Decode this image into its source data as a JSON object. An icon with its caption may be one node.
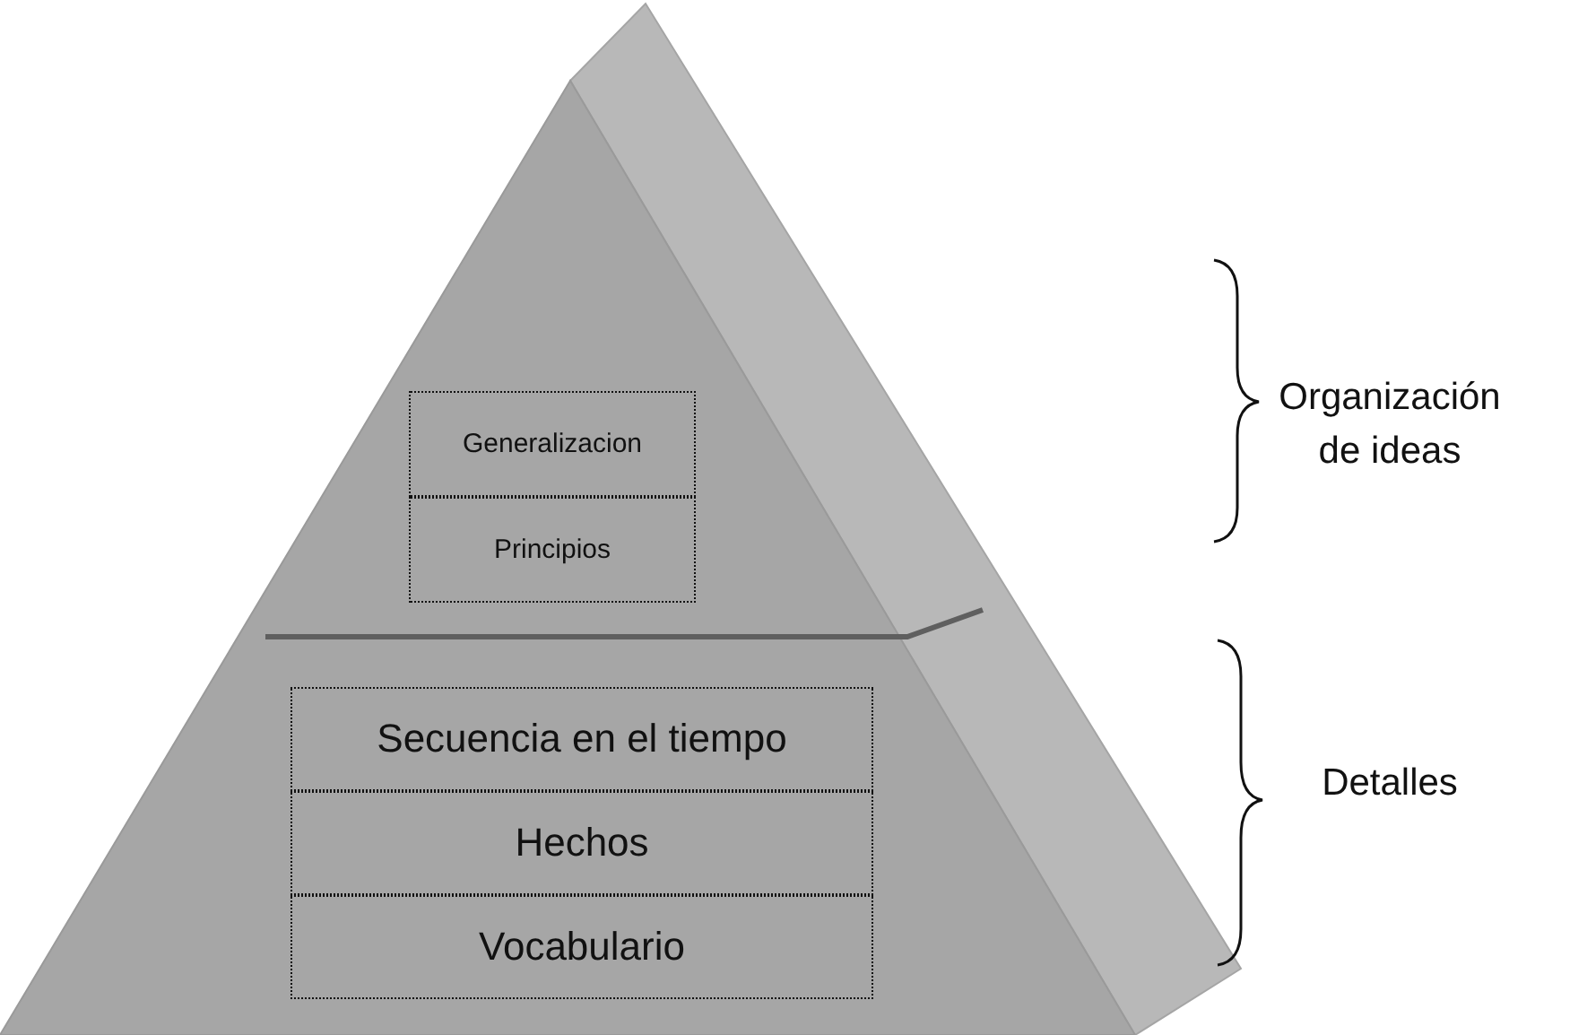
{
  "diagram": {
    "nodes": [
      {
        "text": [
          "Generalizacion"
        ]
      },
      {
        "text": [
          "Principios"
        ]
      },
      {
        "text": [
          "Secuencia en el tiempo"
        ]
      },
      {
        "text": [
          "Hechos"
        ]
      },
      {
        "text": [
          "Vocabulario"
        ]
      }
    ],
    "labels": [
      "Organización de ideas",
      "Detalles"
    ]
  }
}
